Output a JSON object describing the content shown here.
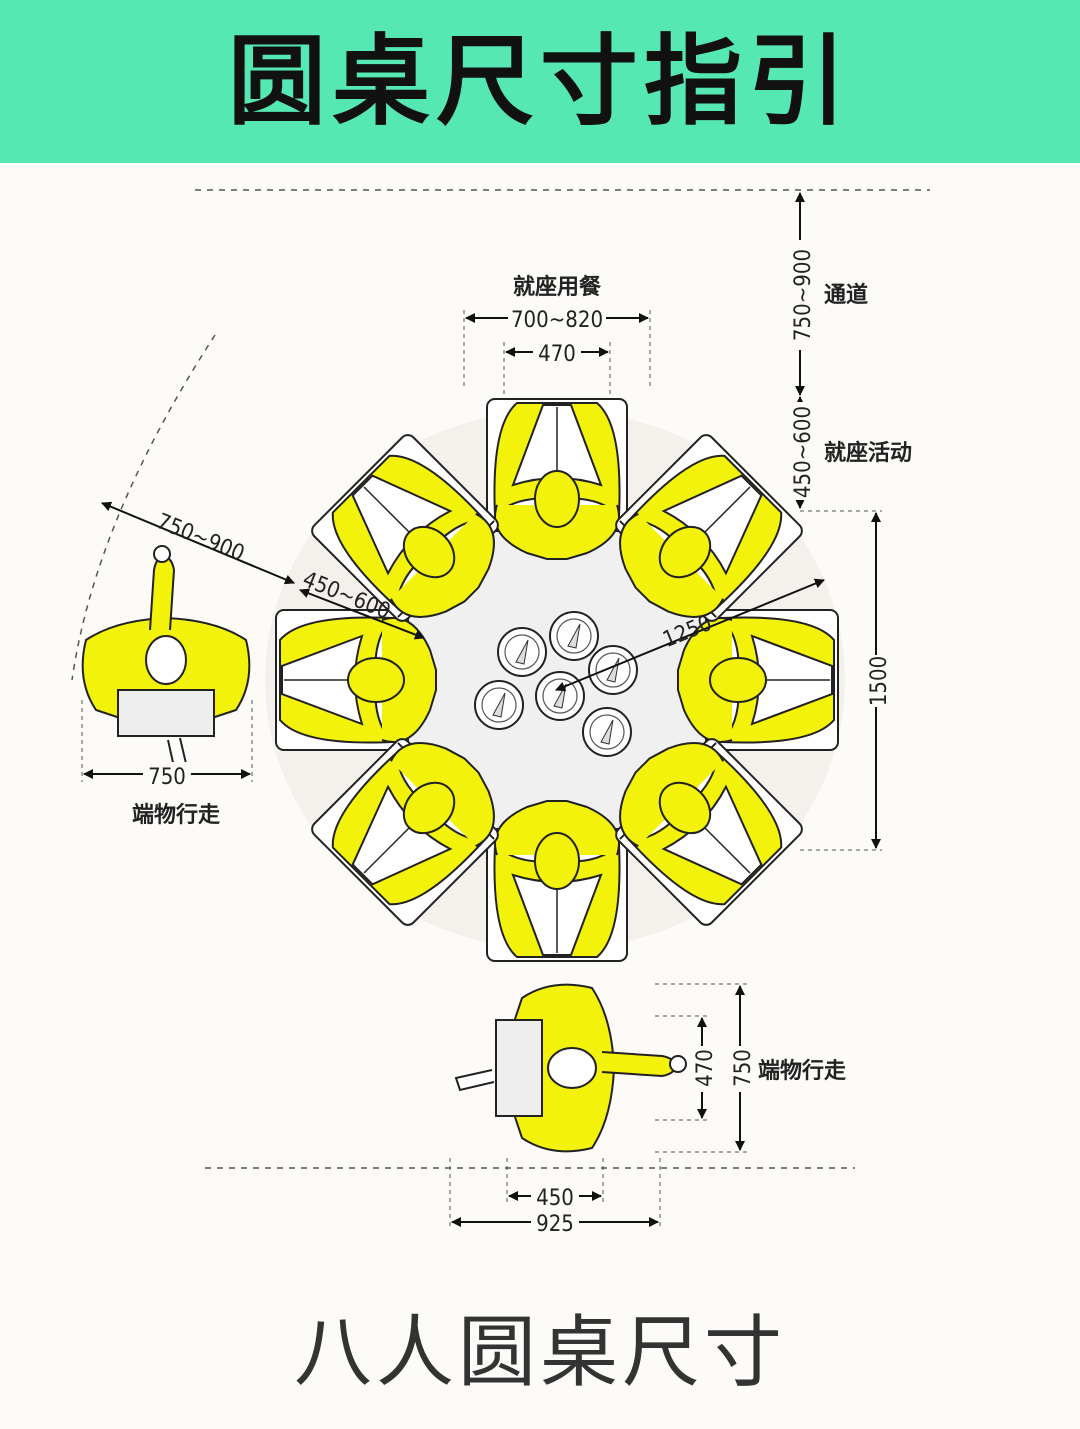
{
  "header": {
    "title": "圆桌尺寸指引"
  },
  "labels": {
    "seat_dining": "就座用餐",
    "aisle": "通道",
    "seat_activity": "就座活动",
    "serving_left": "端物行走",
    "serving_bottom": "端物行走"
  },
  "dimensions": {
    "seat_width_range": "700~820",
    "chair_width": "470",
    "aisle_depth": "750~900",
    "activity_depth": "450~600",
    "left_outer": "750~900",
    "left_inner": "450~600",
    "table_radius": "1250",
    "table_diameter": "1500",
    "serving_left_width": "750",
    "serving_bottom_inner": "470",
    "serving_bottom_outer": "750",
    "bottom_inner": "450",
    "bottom_outer": "925"
  },
  "colors": {
    "banner": "#56e8b2",
    "person": "#f2f20a",
    "table": "#f0f0f0"
  },
  "footer": {
    "title": "八人圆桌尺寸"
  }
}
